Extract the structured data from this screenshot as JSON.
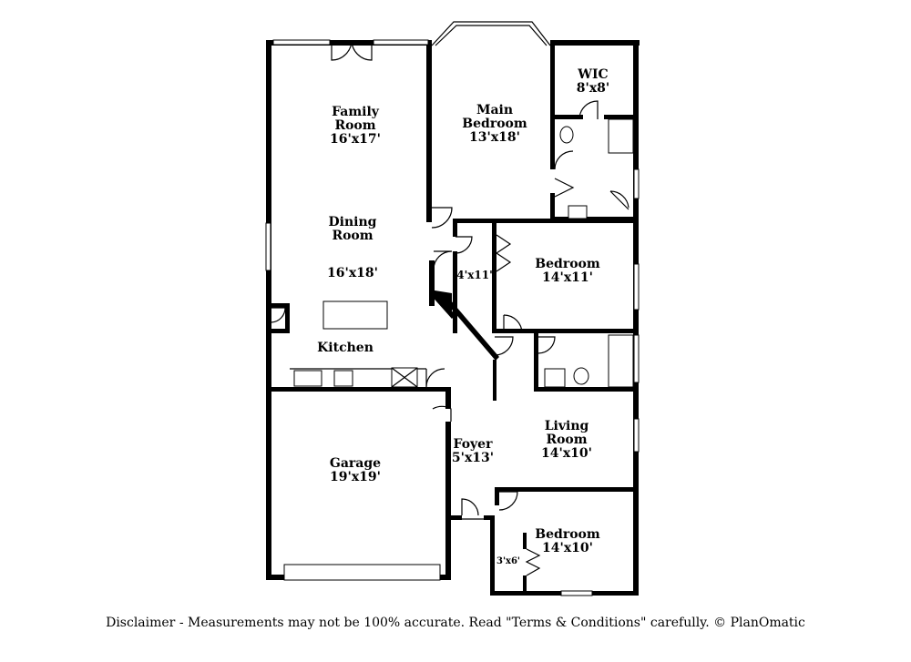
{
  "rooms": {
    "family": {
      "name_line1": "Family",
      "name_line2": "Room",
      "size": "16'x17'"
    },
    "dining": {
      "name_line1": "Dining",
      "name_line2": "Room",
      "size": "16'x18'"
    },
    "kitchen": {
      "name": "Kitchen"
    },
    "garage": {
      "name": "Garage",
      "size": "19'x19'"
    },
    "main_bedroom": {
      "name_line1": "Main",
      "name_line2": "Bedroom",
      "size": "13'x18'"
    },
    "wic": {
      "name": "WIC",
      "size": "8'x8'"
    },
    "closet": {
      "size": "4'x11'"
    },
    "bedroom_east": {
      "name": "Bedroom",
      "size": "14'x11'"
    },
    "foyer": {
      "name": "Foyer",
      "size": "5'x13'"
    },
    "living": {
      "name_line1": "Living",
      "name_line2": "Room",
      "size": "14'x10'"
    },
    "bedroom_south": {
      "name": "Bedroom",
      "size": "14'x10'"
    },
    "small_closet": {
      "size": "3'x6'"
    }
  },
  "disclaimer": "Disclaimer - Measurements may not be 100% accurate. Read \"Terms & Conditions\" carefully. © PlanOmatic"
}
